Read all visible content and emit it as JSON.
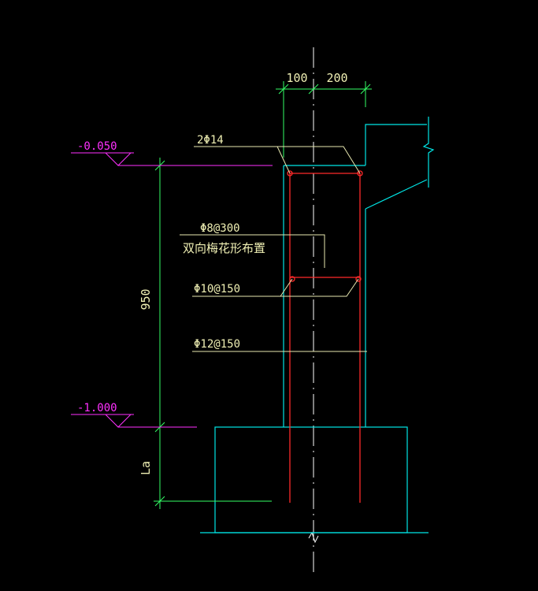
{
  "colors": {
    "background": "#000000",
    "outline": "#00e5e5",
    "rebar": "#ff2a2a",
    "dimension": "#33ff66",
    "annotation": "#f0f0b4",
    "elevation": "#ff30ff",
    "centerline": "#ffffff"
  },
  "dimensions": {
    "left_width": "100",
    "right_width": "200",
    "height": "950",
    "anchorage": "La"
  },
  "elevations": {
    "top": "-0.050",
    "bottom": "-1.000"
  },
  "rebar_labels": {
    "top_bars": "2Φ14",
    "tie_bars": "Φ8@300",
    "tie_layout": "双向梅花形布置",
    "horizontal_bars": "Φ10@150",
    "vertical_bars": "Φ12@150"
  }
}
